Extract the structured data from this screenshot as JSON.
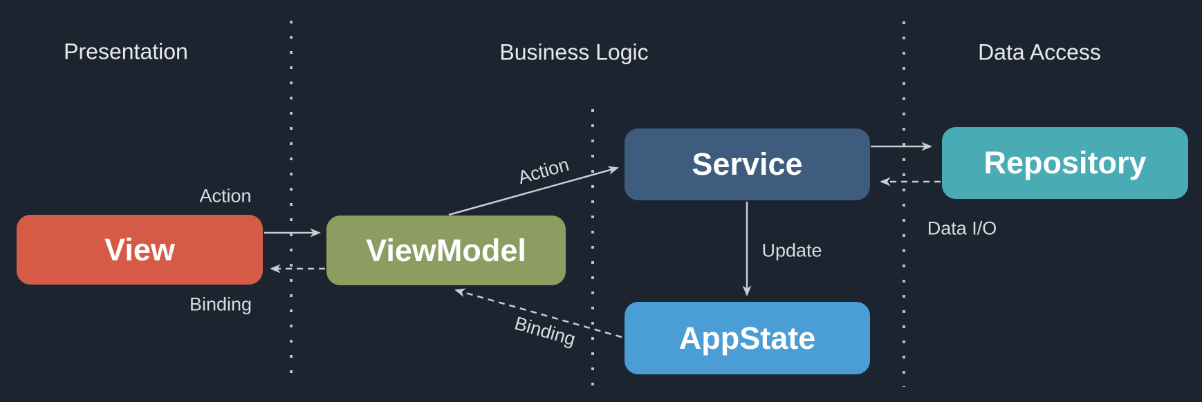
{
  "diagram": {
    "background_color": "#1C2430",
    "line_color": "#C9CED5",
    "divider_color": "#BAC1C9",
    "section_titles": [
      {
        "id": "presentation",
        "label": "Presentation"
      },
      {
        "id": "business-logic",
        "label": "Business Logic"
      },
      {
        "id": "data-access",
        "label": "Data Access"
      }
    ],
    "nodes": {
      "view": {
        "label": "View",
        "color": "#D65B47"
      },
      "viewmodel": {
        "label": "ViewModel",
        "color": "#8D9C60"
      },
      "service": {
        "label": "Service",
        "color": "#3E5C7D"
      },
      "appstate": {
        "label": "AppState",
        "color": "#4A9DD5"
      },
      "repository": {
        "label": "Repository",
        "color": "#49ABB4"
      }
    },
    "edges": {
      "view_to_viewmodel": {
        "label": "Action",
        "style": "solid",
        "from": "View",
        "to": "ViewModel"
      },
      "viewmodel_to_view": {
        "label": "Binding",
        "style": "dashed",
        "from": "ViewModel",
        "to": "View"
      },
      "viewmodel_to_service": {
        "label": "Action",
        "style": "solid",
        "from": "ViewModel",
        "to": "Service"
      },
      "appstate_to_viewmodel": {
        "label": "Binding",
        "style": "dashed",
        "from": "AppState",
        "to": "ViewModel"
      },
      "service_to_appstate": {
        "label": "Update",
        "style": "solid",
        "from": "Service",
        "to": "AppState"
      },
      "service_repository_io": {
        "label": "Data I/O",
        "style": "solid-and-dashed",
        "from": "Service",
        "to": "Repository"
      }
    }
  }
}
